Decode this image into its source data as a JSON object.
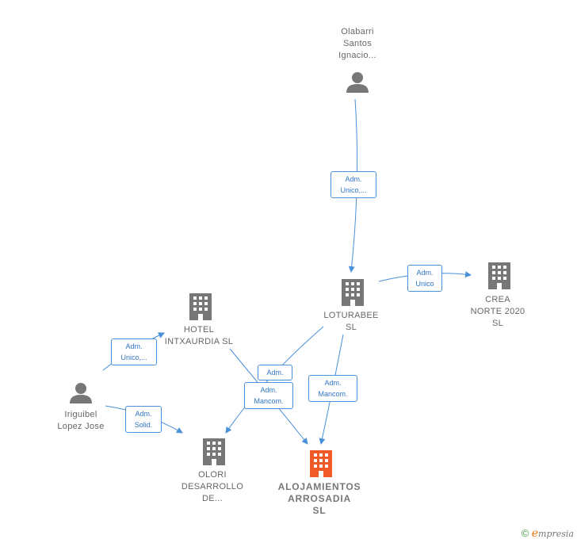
{
  "colors": {
    "edge": "#4a90d9",
    "node_gray": "#777777",
    "node_highlight": "#f05a28"
  },
  "nodes": {
    "olabarri": {
      "label": "Olabarri\nSantos\nIgnacio...",
      "icon": "person-icon"
    },
    "loturabee": {
      "label": "LOTURABEE\nSL",
      "icon": "building-icon"
    },
    "crea": {
      "label": "CREA\nNORTE 2020\nSL",
      "icon": "building-icon"
    },
    "hotel": {
      "label": "HOTEL\nINTXAURDIA SL",
      "icon": "building-icon"
    },
    "iriguibel": {
      "label": "Iriguibel\nLopez Jose",
      "icon": "person-icon"
    },
    "olori": {
      "label": "OLORI\nDESARROLLO\nDE...",
      "icon": "building-icon"
    },
    "alojamientos": {
      "label": "ALOJAMIENTOS\nARROSADIA\nSL",
      "icon": "building-icon"
    }
  },
  "edges": {
    "olabarri_loturabee": "Adm.\nUnico,...",
    "loturabee_crea": "Adm.\nUnico",
    "iriguibel_hotel": "Adm.\nUnico,...",
    "iriguibel_olori": "Adm.\nSolid.",
    "hotel_alojamientos": "Adm.",
    "loturabee_olori": "Adm.\nMancom.",
    "loturabee_alojamientos": "Adm.\nMancom."
  },
  "footer": {
    "copyright": "©",
    "brand_e": "e",
    "brand_rest": "mpresia"
  }
}
